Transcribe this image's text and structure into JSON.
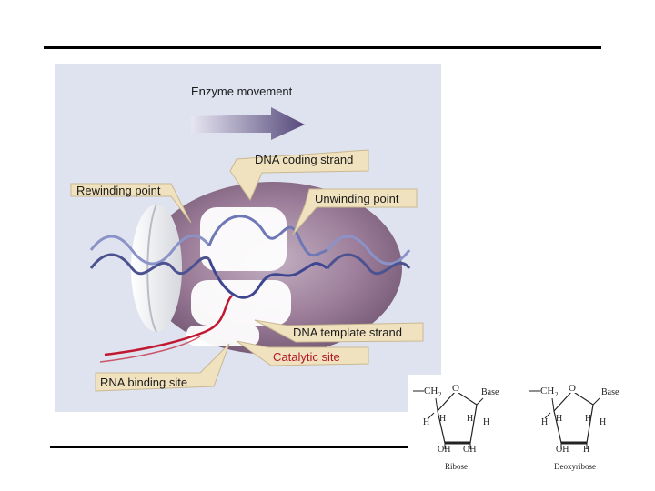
{
  "diagram": {
    "enzyme_movement": "Enzyme movement",
    "labels": {
      "dna_coding_strand": "DNA coding strand",
      "rewinding_point": "Rewinding point",
      "unwinding_point": "Unwinding point",
      "dna_template_strand": "DNA template strand",
      "catalytic_site": "Catalytic site",
      "rna_binding_site": "RNA binding site"
    },
    "colors": {
      "background": "#dfe3ef",
      "enzyme": "#8e6e8c",
      "callout": "#f1e2bf",
      "catalytic_text": "#b0182a"
    }
  },
  "sugars": {
    "ribose": {
      "name": "Ribose",
      "ch2": "CH",
      "ch2_sub": "2",
      "o": "O",
      "base": "Base",
      "h": "H",
      "oh": "OH"
    },
    "deoxyribose": {
      "name": "Deoxyribose",
      "ch2": "CH",
      "ch2_sub": "2",
      "o": "O",
      "base": "Base",
      "h": "H",
      "oh": "OH"
    }
  }
}
